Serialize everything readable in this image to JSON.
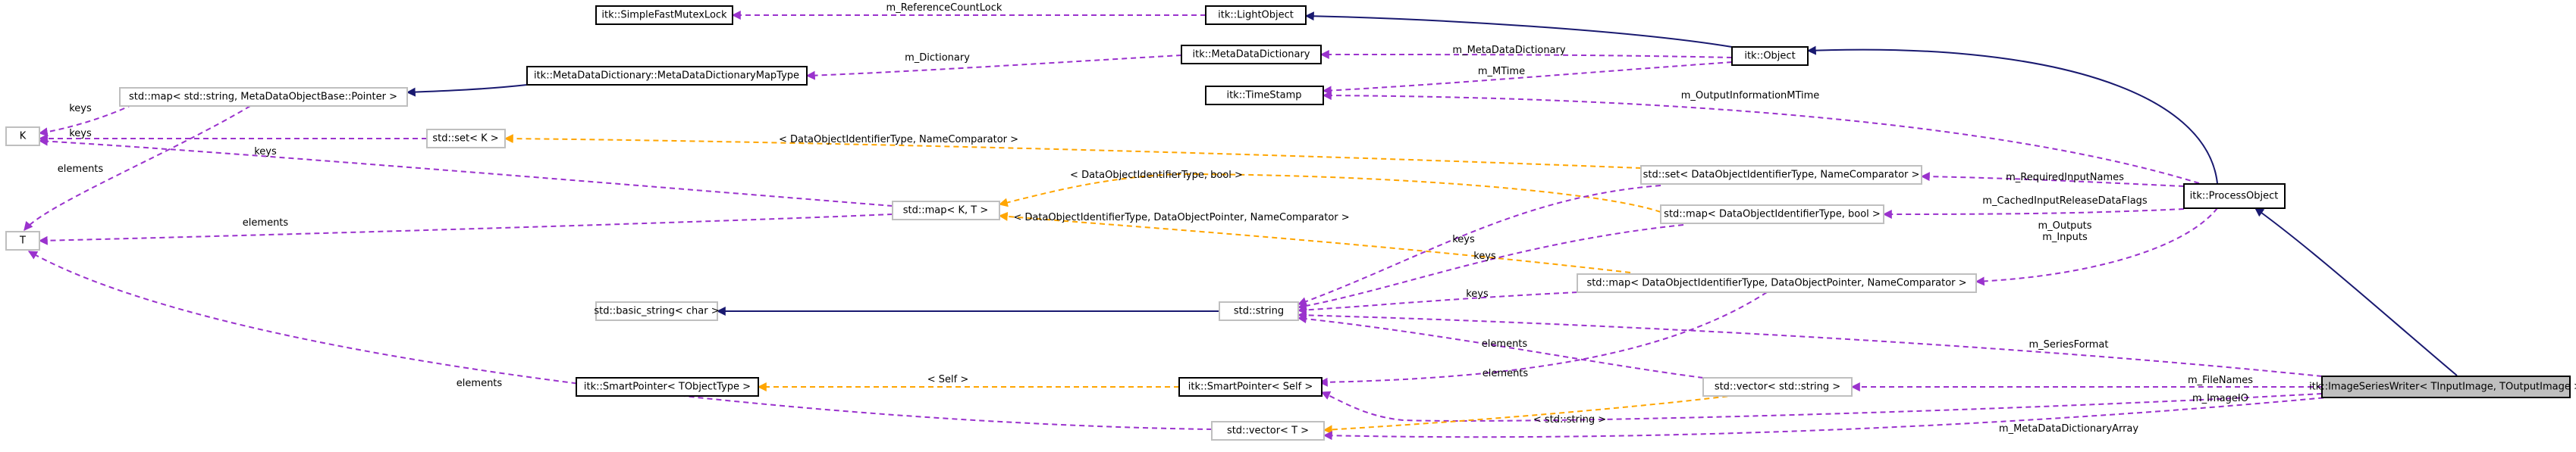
{
  "colors": {
    "member_edge": "#9a32cd",
    "inheritance_edge": "#191970",
    "template_edge": "#ffa500",
    "focus_fill": "#bfbfbf",
    "documented_border": "#000000",
    "undocumented_border": "#bfbfbf"
  },
  "nodes": {
    "image_series_writer": "itk::ImageSeriesWriter< TInputImage, TOutputImage >",
    "process_object": "itk::ProcessObject",
    "object": "itk::Object",
    "light_object": "itk::LightObject",
    "simple_fast_mutex_lock": "itk::SimpleFastMutexLock",
    "meta_data_dictionary": "itk::MetaDataDictionary",
    "meta_data_dictionary_map_type": "itk::MetaDataDictionary::MetaDataDictionaryMapType",
    "time_stamp": "itk::TimeStamp",
    "std_map_string_pointer": "std::map< std::string, MetaDataObjectBase::Pointer >",
    "k": "K",
    "t": "T",
    "std_set_k": "std::set< K >",
    "std_map_k_t": "std::map< K, T >",
    "std_set_comparator": "std::set< DataObjectIdentifierType, NameComparator >",
    "std_map_bool": "std::map< DataObjectIdentifierType, bool >",
    "std_map_pointer_comparator": "std::map< DataObjectIdentifierType, DataObjectPointer, NameComparator >",
    "std_basic_string": "std::basic_string< char >",
    "std_string": "std::string",
    "smart_pointer_tobject": "itk::SmartPointer< TObjectType >",
    "smart_pointer_self": "itk::SmartPointer< Self >",
    "std_vector_string": "std::vector< std::string >",
    "std_vector_t": "std::vector< T >"
  },
  "edge_labels": {
    "reference_count_lock": "m_ReferenceCountLock",
    "meta_data_dictionary": "m_MetaDataDictionary",
    "dictionary": "m_Dictionary",
    "mtime": "m_MTime",
    "output_information_mtime": "m_OutputInformationMTime",
    "keys_map_to_k": "keys",
    "elements_map_to_t": "elements",
    "keys_set_to_k": "keys",
    "set_template": "< DataObjectIdentifierType, NameComparator >",
    "keys_mapkt_to_k": "keys",
    "elements_mapkt_to_t": "elements",
    "map_bool_template": "< DataObjectIdentifierType, bool >",
    "map_pointer_template": "< DataObjectIdentifierType, DataObjectPointer, NameComparator >",
    "required_input_names": "m_RequiredInputNames",
    "cached_input_release": "m_CachedInputReleaseDataFlags",
    "outputs_inputs_line1": "m_Outputs",
    "outputs_inputs_line2": "m_Inputs",
    "keys_set_to_string": "keys",
    "keys_mapbool_to_string": "keys",
    "keys_mapptr_to_string": "keys",
    "series_format": "m_SeriesFormat",
    "elements_vector_to_string": "elements",
    "self_template": "< Self >",
    "elements_mapptr_to_smart": "elements",
    "file_names": "m_FileNames",
    "elements_vectort_to_t": "elements",
    "string_template": "< std::string >",
    "image_io": "m_ImageIO",
    "meta_data_dictionary_array": "m_MetaDataDictionaryArray"
  }
}
